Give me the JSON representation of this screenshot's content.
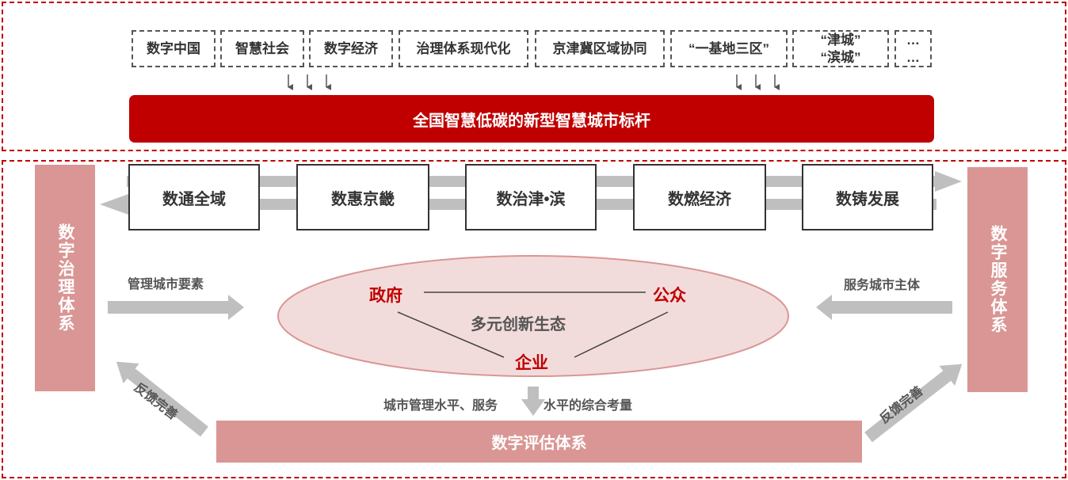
{
  "policies": [
    "数字中国",
    "智慧社会",
    "数字经济",
    "治理体系现代化",
    "京津冀区域协同",
    "“一基地三区”",
    "“津城”\n“滨城”",
    "…\n…"
  ],
  "banner": "全国智慧低碳的新型智慧城市标杆",
  "systems": [
    "数通全域",
    "数惠京畿",
    "数治津•滨",
    "数燃经济",
    "数铸发展"
  ],
  "left_bar": "数字治理体系",
  "right_bar": "数字服务体系",
  "left_label": "管理城市要素",
  "right_label": "服务城市主体",
  "ecosystem": {
    "nodes": {
      "government": "政府",
      "public": "公众",
      "enterprise": "企业"
    },
    "center": "多元创新生态"
  },
  "eval_label_left": "城市管理水平、服务",
  "eval_label_right": "水平的综合考量",
  "feedback": "反馈完善",
  "bottom_bar": "数字评估体系",
  "colors": {
    "brand_red": "#c00000",
    "pink": "#d99694",
    "ellipse_fill": "#f2dcdb",
    "arrow_gray": "#bfbfbf"
  }
}
